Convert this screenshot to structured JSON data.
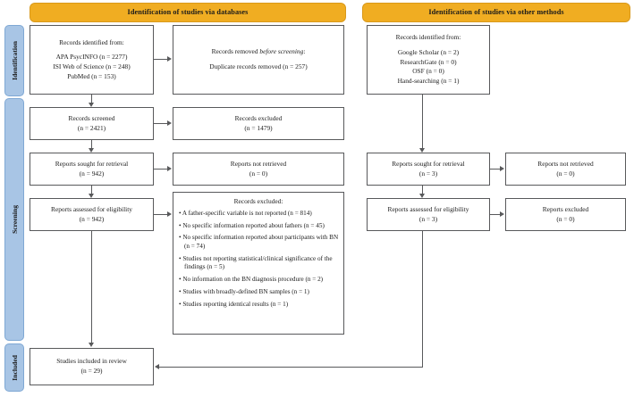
{
  "headers": {
    "databases": "Identification of studies via databases",
    "other": "Identification of studies via other methods"
  },
  "stages": {
    "identification": "Identification",
    "screening": "Screening",
    "included": "Included"
  },
  "db": {
    "identified": {
      "title": "Records identified from:",
      "sources": [
        "APA PsycINFO (n = 2277)",
        "ISI Web of Science (n = 248)",
        "PubMed (n = 153)"
      ]
    },
    "removed": {
      "line1_a": "Records removed ",
      "line1_b": "before screening",
      "line1_c": ":",
      "line2": "Duplicate records removed (n = 257)"
    },
    "screened": {
      "label": "Records screened",
      "count": "(n = 2421)"
    },
    "excluded_records": {
      "label": "Records excluded",
      "count": "(n = 1479)"
    },
    "sought": {
      "label": "Reports sought for retrieval",
      "count": "(n = 942)"
    },
    "not_retrieved": {
      "label": "Reports not retrieved",
      "count": "(n = 0)"
    },
    "assessed": {
      "label": "Reports assessed for eligibility",
      "count": "(n = 942)"
    },
    "excluded": {
      "title": "Records excluded:",
      "reasons": [
        "• A father-specific variable is not reported (n = 814)",
        "• No specific information reported about fathers (n = 45)",
        "• No specific information reported about participants with BN (n = 74)",
        "• Studies not reporting statistical/clinical significance of the findings (n = 5)",
        "• No information on the BN diagnosis procedure (n = 2)",
        "• Studies with broadly-defined BN samples (n = 1)",
        "• Studies reporting identical results (n = 1)"
      ]
    }
  },
  "other": {
    "identified": {
      "title": "Records identified from:",
      "sources": [
        "Google Scholar (n = 2)",
        "ResearchGate (n = 0)",
        "OSF (n = 0)",
        "Hand-searching (n = 1)"
      ]
    },
    "sought": {
      "label": "Reports sought for retrieval",
      "count": "(n = 3)"
    },
    "not_retrieved": {
      "label": "Reports not retrieved",
      "count": "(n = 0)"
    },
    "assessed": {
      "label": "Reports assessed for eligibility",
      "count": "(n = 3)"
    },
    "excluded": {
      "label": "Reports excluded",
      "count": "(n = 0)"
    }
  },
  "final": {
    "label": "Studies included in review",
    "count": "(n = 29)"
  },
  "colors": {
    "header_fill": "#F0AD22",
    "stage_fill": "#A8C5E5",
    "box_border": "#58595B"
  }
}
